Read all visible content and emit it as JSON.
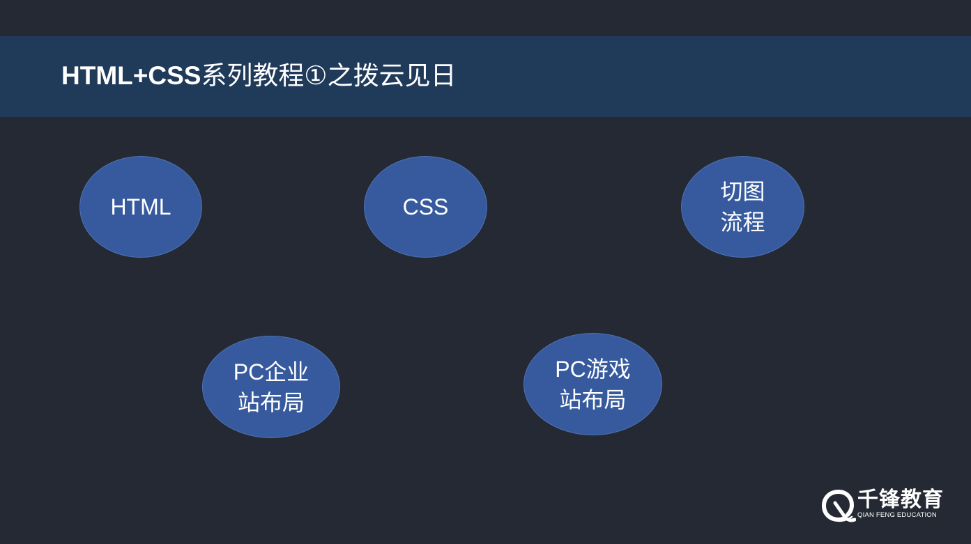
{
  "slide": {
    "title_main": "HTML+CSS",
    "title_suffix": "系列教程①之拨云见日"
  },
  "nodes": {
    "html": "HTML",
    "css": "CSS",
    "cut_flow": "切图\n流程",
    "pc_enterprise": "PC企业\n站布局",
    "pc_game": "PC游戏\n站布局"
  },
  "logo": {
    "name": "千锋教育",
    "subtitle": "QIAN FENG EDUCATION",
    "icon": "qianfeng-logo-icon"
  },
  "colors": {
    "background": "#242933",
    "title_bar": "#203a5a",
    "node_fill": "#365a9d",
    "text": "#ffffff"
  }
}
